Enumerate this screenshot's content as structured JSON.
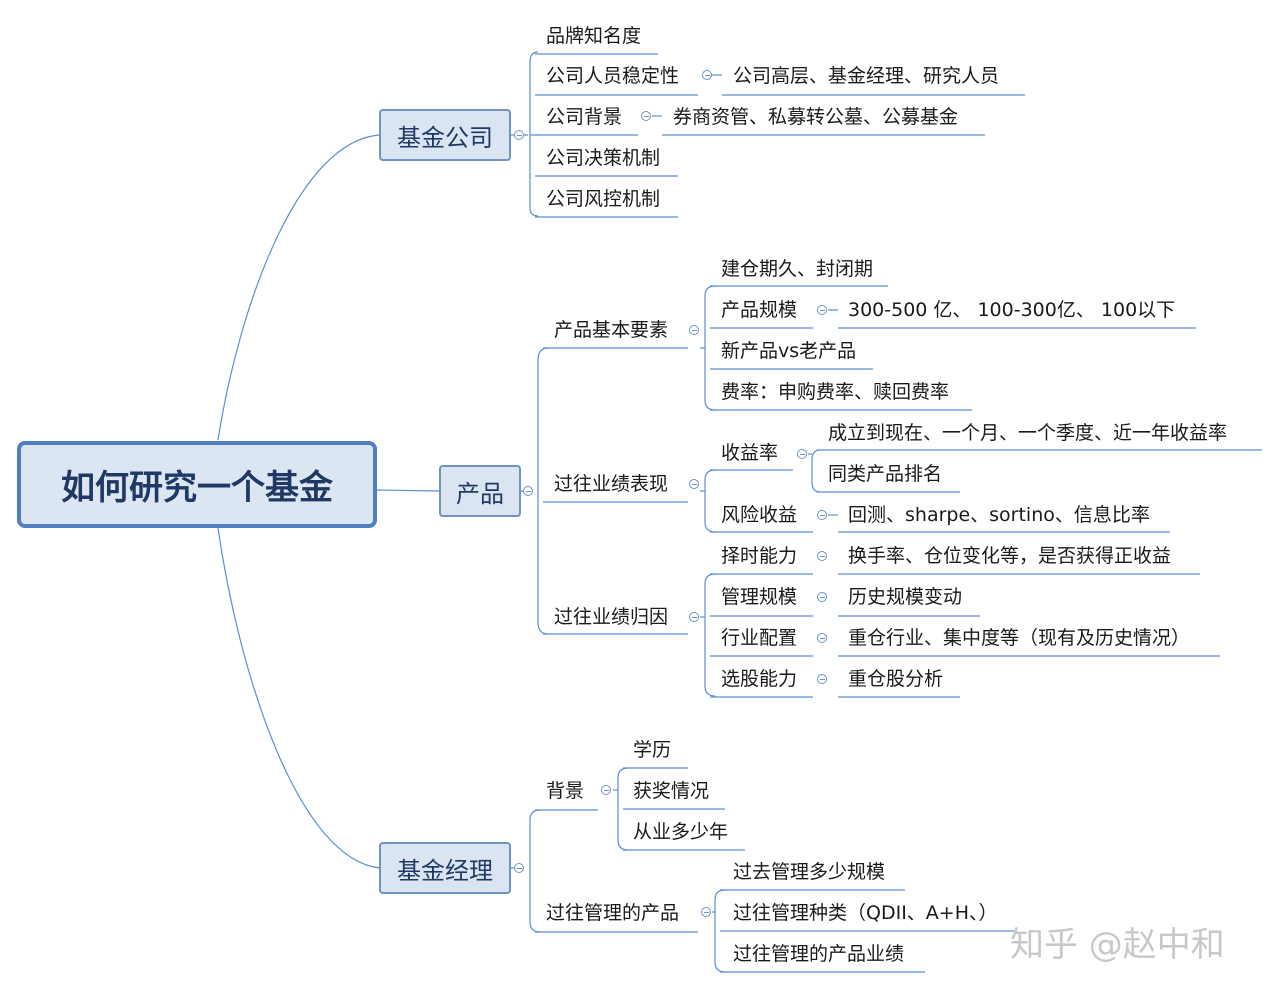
{
  "root": "如何研究一个基金",
  "branches": {
    "company": {
      "title": "基金公司",
      "items": [
        "品牌知名度",
        "公司人员稳定性",
        "公司背景",
        "公司决策机制",
        "公司风控机制"
      ],
      "details": {
        "staff": "公司高层、基金经理、研究人员",
        "background": "券商资管、私募转公墓、公募基金"
      }
    },
    "product": {
      "title": "产品",
      "basics": {
        "title": "产品基本要素",
        "items": [
          "建仓期久、封闭期",
          "产品规模",
          "新产品vs老产品",
          "费率：申购费率、赎回费率"
        ],
        "scale_detail": "300-500 亿、 100-300亿、 100以下"
      },
      "performance": {
        "title": "过往业绩表现",
        "return_rate": "收益率",
        "return_details": [
          "成立到现在、一个月、一个季度、近一年收益率",
          "同类产品排名"
        ],
        "risk_return": "风险收益",
        "risk_detail": "回测、sharpe、sortino、信息比率"
      },
      "attribution": {
        "title": "过往业绩归因",
        "items": [
          "择时能力",
          "管理规模",
          "行业配置",
          "选股能力"
        ],
        "details": [
          "换手率、仓位变化等，是否获得正收益",
          "历史规模变动",
          "重仓行业、集中度等（现有及历史情况）",
          "重仓股分析"
        ]
      }
    },
    "manager": {
      "title": "基金经理",
      "background": {
        "title": "背景",
        "items": [
          "学历",
          "获奖情况",
          "从业多少年"
        ]
      },
      "past_products": {
        "title": "过往管理的产品",
        "items": [
          "过去管理多少规模",
          "过往管理种类（QDII、A+H、）",
          "过往管理的产品业绩"
        ]
      }
    }
  },
  "watermark": "知乎 @赵中和",
  "colors": {
    "line": "#5b8fd6",
    "box_fill": "#dbe5f1",
    "box_border": "#6f93c2",
    "root_border": "#4f7fc1",
    "text_dark": "#1f3864"
  }
}
